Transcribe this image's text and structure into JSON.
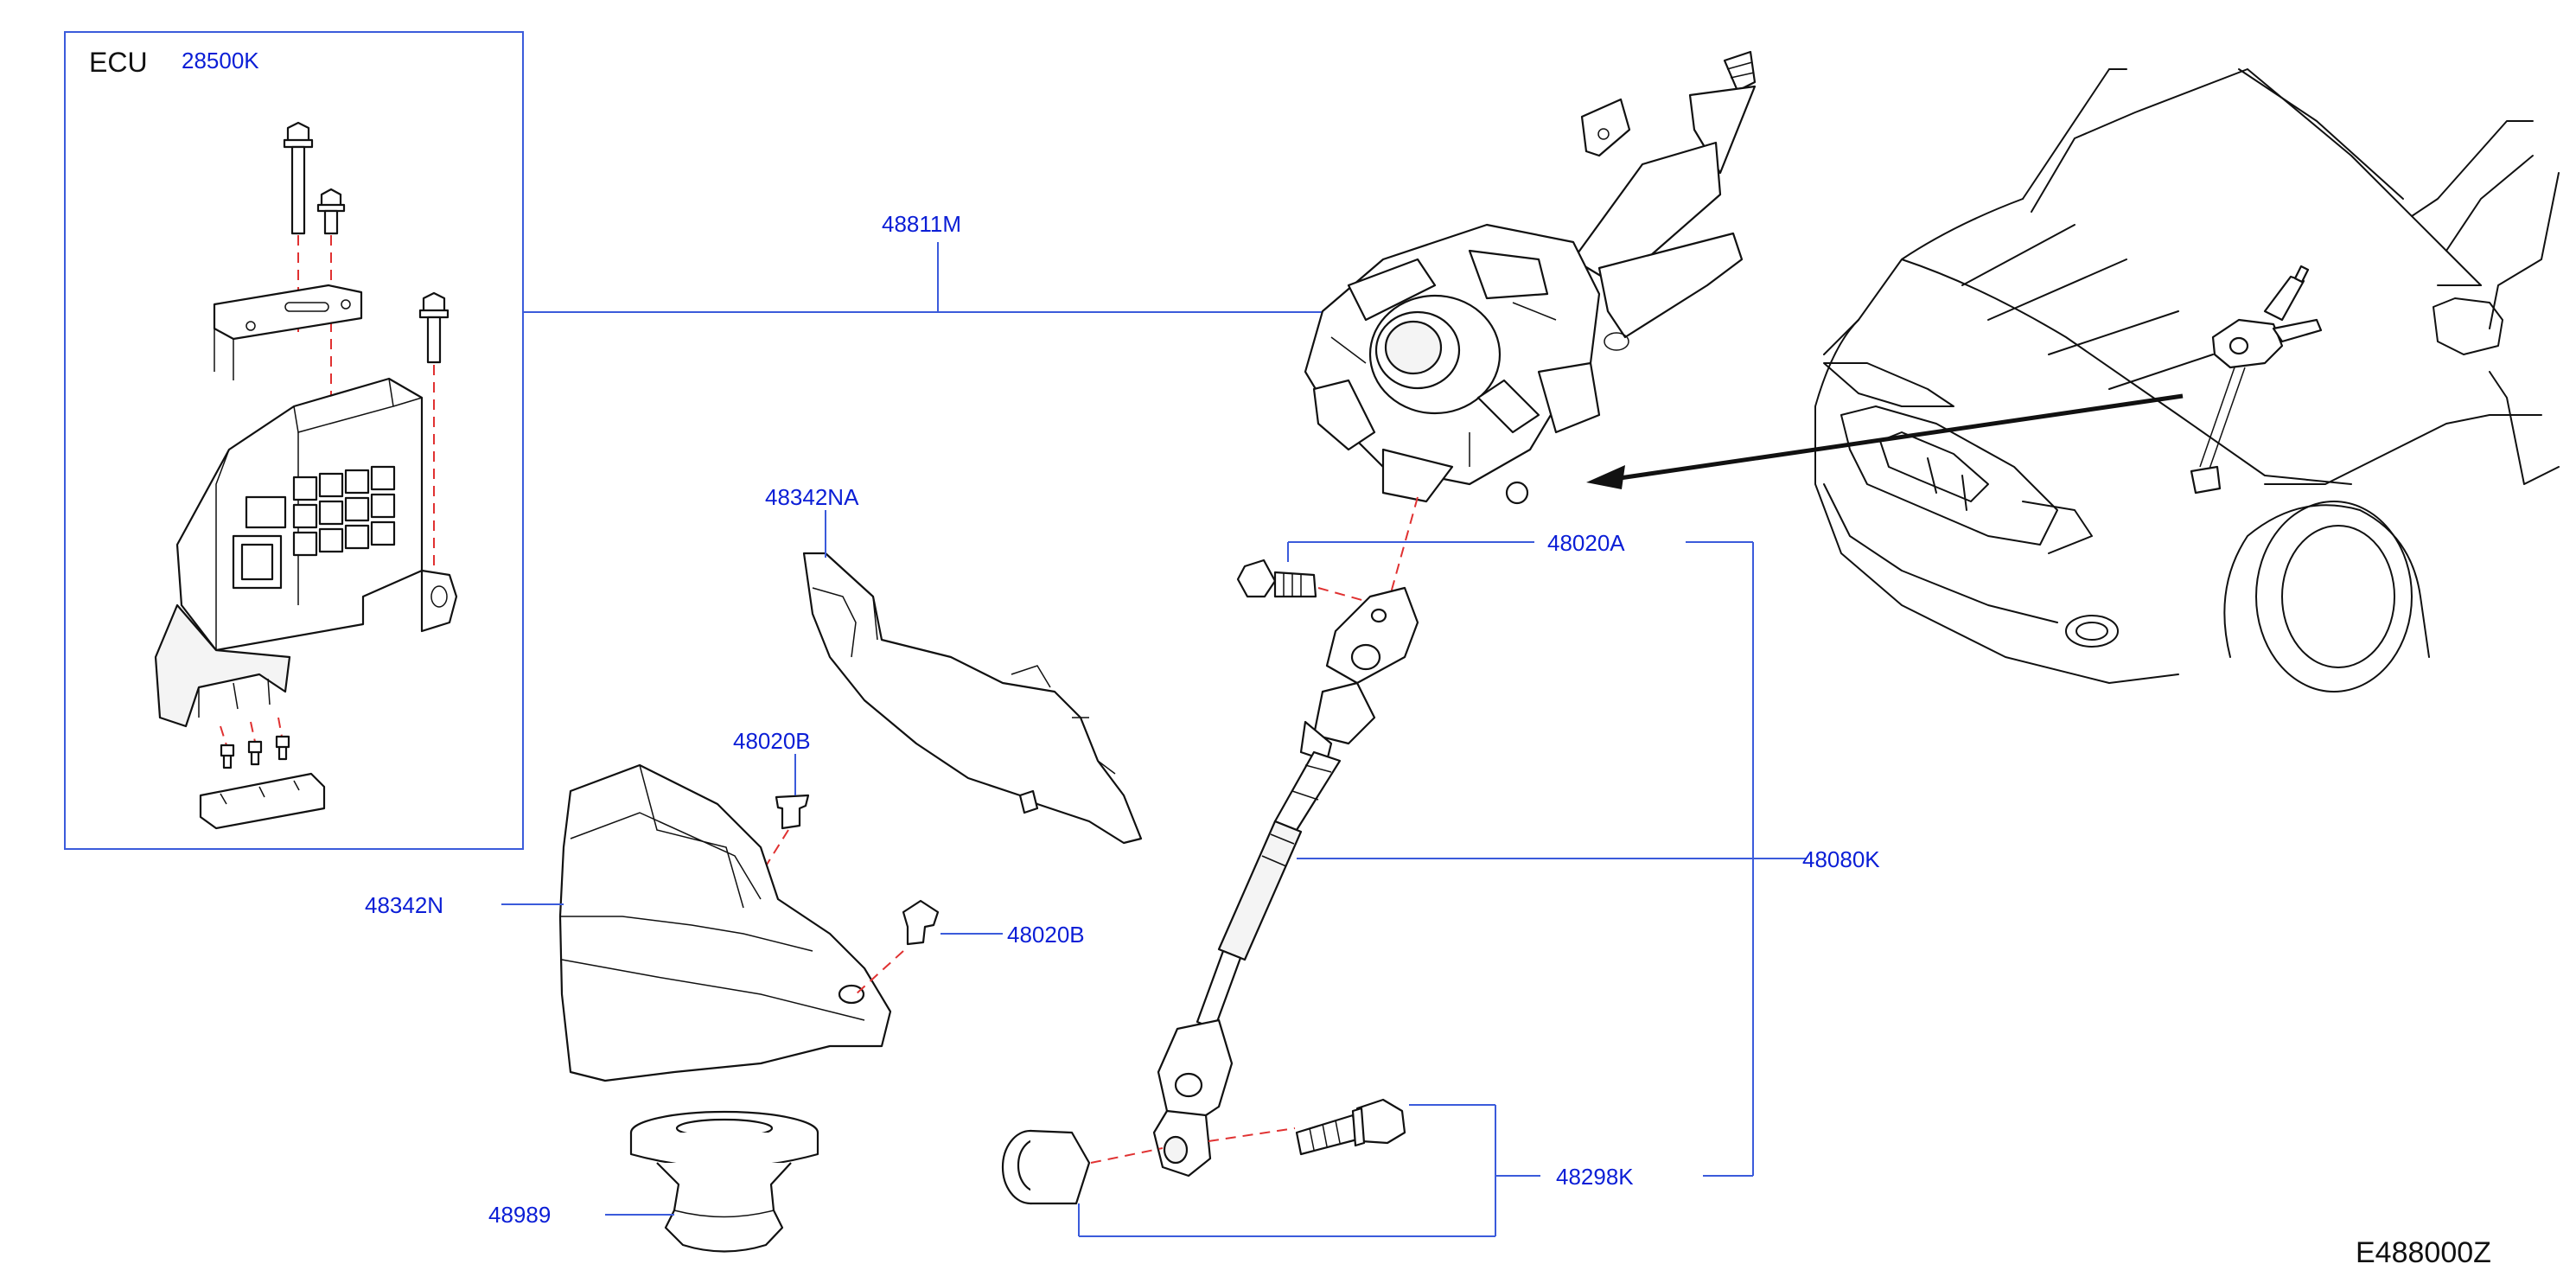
{
  "colors": {
    "label": "#0b1ed6",
    "leader": "#3b5bdb",
    "dash": "#e03131",
    "ink": "#111111"
  },
  "ecu_box": {
    "title": "ECU",
    "part_no": "28500K"
  },
  "labels": {
    "column_assembly": "48811M",
    "upper_cover": "48342NA",
    "upper_clip": "48020B",
    "lower_cover": "48342N",
    "lower_clip": "48020B",
    "boot": "48989",
    "column_bolt": "48020A",
    "shaft": "48080K",
    "lower_bolt": "48298K"
  },
  "diagram_code": "E488000Z"
}
